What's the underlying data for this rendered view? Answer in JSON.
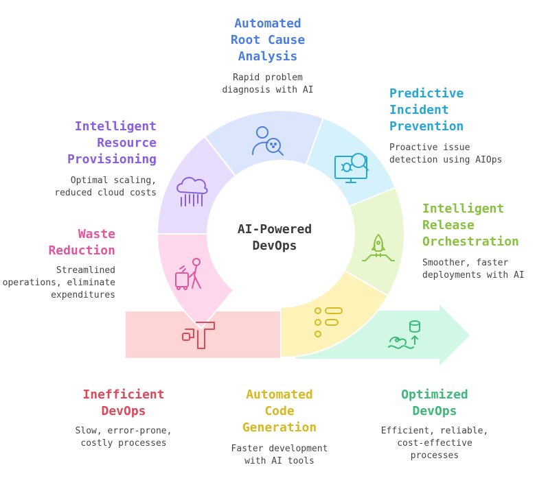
{
  "center": {
    "title": "AI-Powered\nDevOps"
  },
  "stages": [
    {
      "id": "inefficient",
      "title": "Inefficient\nDevOps",
      "desc": "Slow, error-prone,\ncostly processes",
      "color": "#e04858",
      "fill": "#fdd5d5",
      "icon": "exit-arrows-icon"
    },
    {
      "id": "waste",
      "title": "Waste\nReduction",
      "desc": "Streamlined\noperations, eliminate\nexpenditures",
      "color": "#e0559c",
      "fill": "#fdd7ec",
      "icon": "trash-cart-person-icon"
    },
    {
      "id": "provisioning",
      "title": "Intelligent\nResource\nProvisioning",
      "desc": "Optimal scaling,\nreduced cloud costs",
      "color": "#8a5ce0",
      "fill": "#e8dcfc",
      "icon": "cloud-circuit-icon"
    },
    {
      "id": "rootcause",
      "title": "Automated\nRoot Cause\nAnalysis",
      "desc": "Rapid problem\ndiagnosis with AI",
      "color": "#4a7de0",
      "fill": "#dbe6fc",
      "icon": "user-search-icon"
    },
    {
      "id": "incident",
      "title": "Predictive\nIncident\nPrevention",
      "desc": "Proactive issue\ndetection using AIOps",
      "color": "#25a6d4",
      "fill": "#d5f1fc",
      "icon": "monitor-bug-search-icon"
    },
    {
      "id": "release",
      "title": "Intelligent\nRelease\nOrchestration",
      "desc": "Smoother, faster\ndeployments with AI",
      "color": "#88c040",
      "fill": "#e8f7cf",
      "icon": "rocket-launch-icon"
    },
    {
      "id": "codegen",
      "title": "Automated\nCode\nGeneration",
      "desc": "Faster development\nwith AI tools",
      "color": "#d8b820",
      "fill": "#fdf3b8",
      "icon": "code-list-icon"
    },
    {
      "id": "optimized",
      "title": "Optimized\nDevOps",
      "desc": "Efficient, reliable,\ncost-effective\nprocesses",
      "color": "#3cb878",
      "fill": "#d0f8e4",
      "icon": "database-growth-icon"
    }
  ]
}
